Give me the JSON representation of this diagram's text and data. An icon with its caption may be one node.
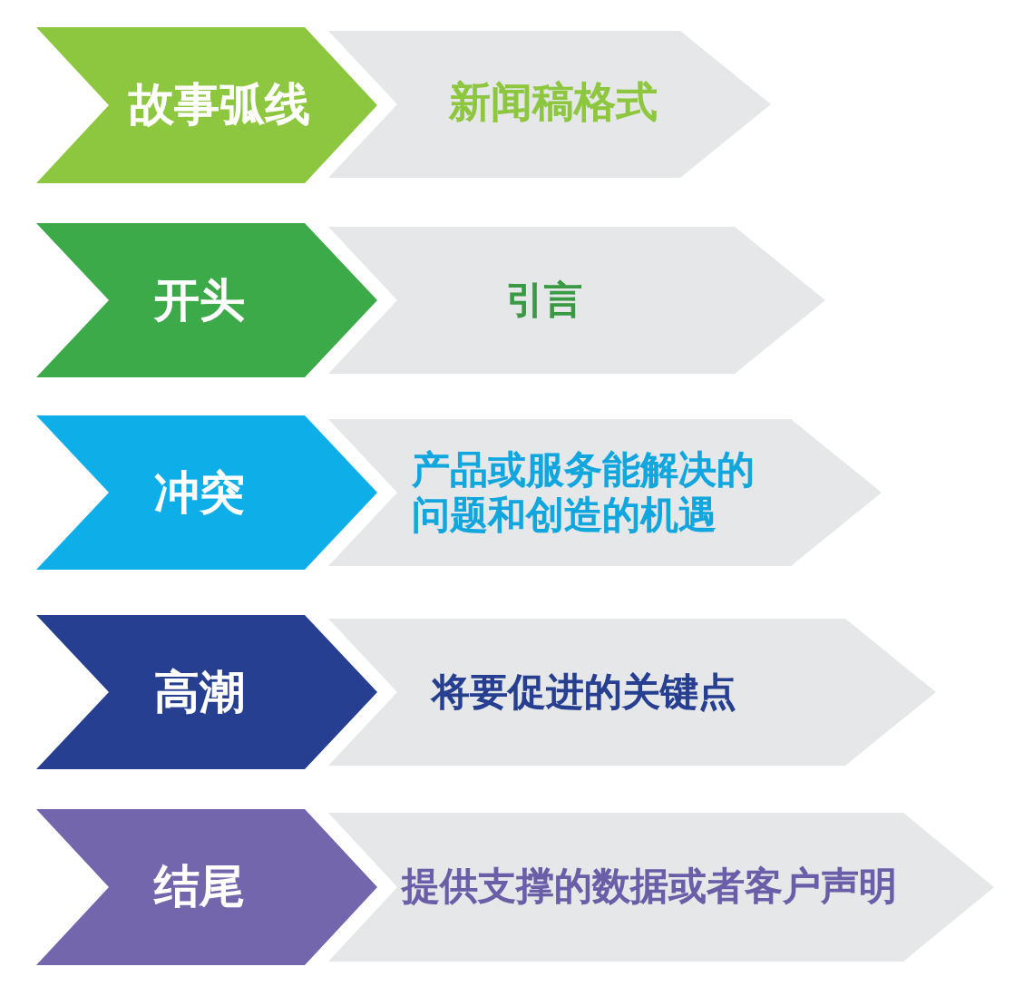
{
  "diagram": {
    "nodes": [
      {
        "text": [
          "故事弧线"
        ]
      },
      {
        "text": [
          "新闻稿格式"
        ]
      },
      {
        "text": [
          "开头"
        ]
      },
      {
        "text": [
          "引言"
        ]
      },
      {
        "text": [
          "冲突"
        ]
      },
      {
        "text": [
          "产品或服务能解决的问题和创造的机遇"
        ]
      },
      {
        "text": [
          "高潮"
        ]
      },
      {
        "text": [
          "将要促进的关键点"
        ]
      },
      {
        "text": [
          "结尾"
        ]
      },
      {
        "text": [
          "提供支撑的数据或者客户声明"
        ]
      }
    ]
  }
}
